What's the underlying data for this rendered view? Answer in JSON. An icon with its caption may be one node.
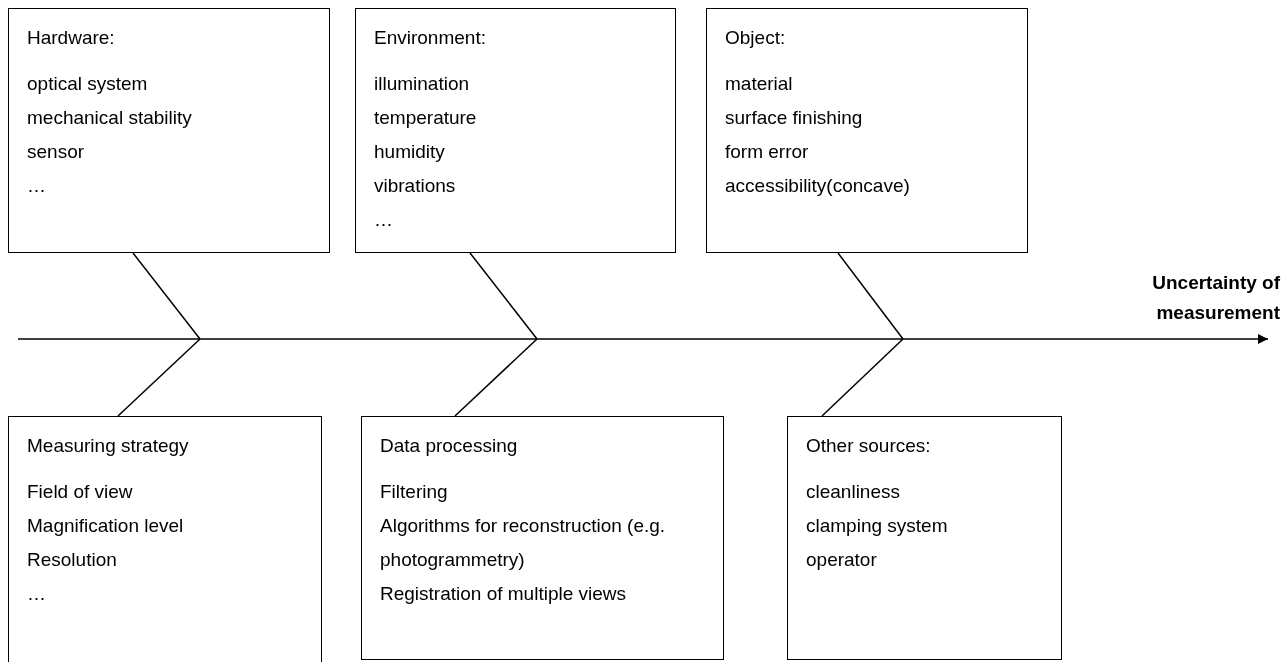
{
  "diagram": {
    "nodes": [
      {
        "text": [
          "Hardware:",
          "optical system",
          "mechanical stability",
          "sensor",
          "…"
        ]
      },
      {
        "text": [
          "Environment:",
          "illumination",
          "temperature",
          "humidity",
          "vibrations",
          "…"
        ]
      },
      {
        "text": [
          "Object:",
          "material",
          "surface finishing",
          "form error",
          "accessibility(concave)"
        ]
      },
      {
        "text": [
          "Measuring strategy",
          "Field of view",
          "Magnification level",
          "Resolution",
          "…"
        ]
      },
      {
        "text": [
          "Data processing",
          "Filtering",
          "Algorithms for reconstruction (e.g. photogrammetry)",
          "Registration of multiple views"
        ]
      },
      {
        "text": [
          "Other sources:",
          "cleanliness",
          "clamping system",
          "operator"
        ]
      },
      {
        "text": [
          "Uncertainty of measurement"
        ]
      }
    ],
    "edges": [
      {
        "from": 0,
        "to": null,
        "arrow": "none"
      },
      {
        "from": 1,
        "to": null,
        "arrow": "none"
      },
      {
        "from": 2,
        "to": null,
        "arrow": "none"
      },
      {
        "from": 3,
        "to": null,
        "arrow": "none"
      },
      {
        "from": 4,
        "to": null,
        "arrow": "none"
      },
      {
        "from": 5,
        "to": null,
        "arrow": "none"
      },
      {
        "from": null,
        "to": 6,
        "arrow": "to"
      }
    ]
  }
}
